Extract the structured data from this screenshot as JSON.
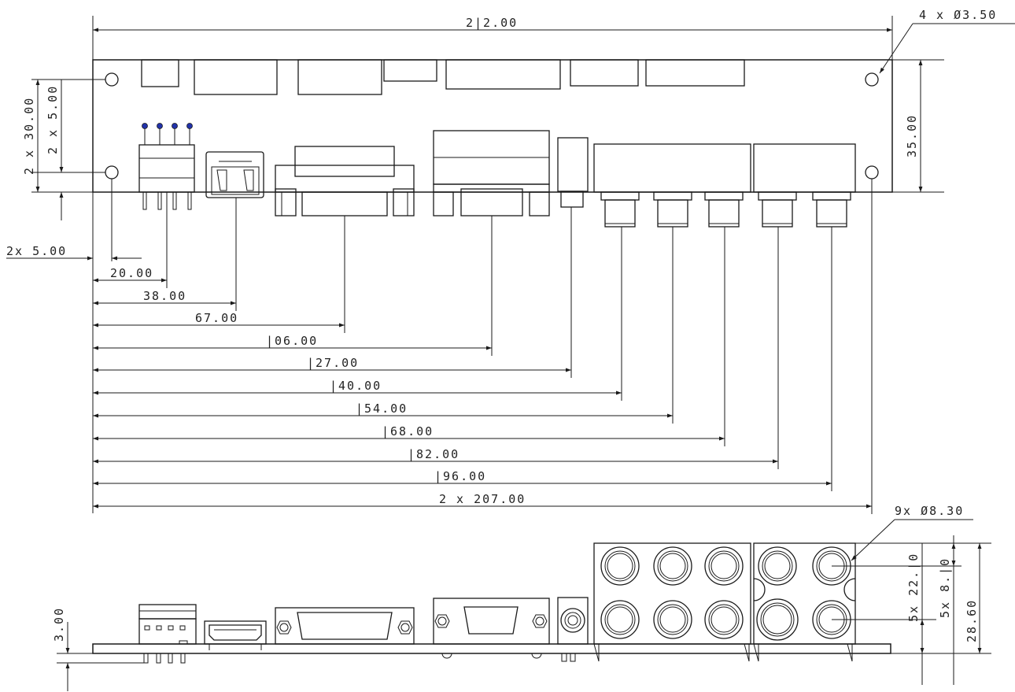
{
  "dimensions": {
    "overall_width": "2|2.00",
    "mount_holes": "4 x Ø3.50",
    "board_height": "35.00",
    "vertical_span": "2 x 30.00",
    "vertical_offset": "2 x 5.00",
    "horizontal_offset": "2x 5.00",
    "pos_20": "20.00",
    "pos_38": "38.00",
    "pos_67": "67.00",
    "pos_106": "|06.00",
    "pos_127": "|27.00",
    "pos_140": "|40.00",
    "pos_154": "|54.00",
    "pos_168": "|68.00",
    "pos_182": "|82.00",
    "pos_196": "|96.00",
    "pos_207": "2 x 207.00",
    "rca_diameter": "9x Ø8.30",
    "rca_row_upper": "5x 8.|0",
    "rca_row_lower": "5x 22.|0",
    "front_height": "28.60",
    "pcb_thickness": "3.00"
  },
  "colors": {
    "line": "#1a1a1a",
    "pin_tip": "#2233aa"
  }
}
